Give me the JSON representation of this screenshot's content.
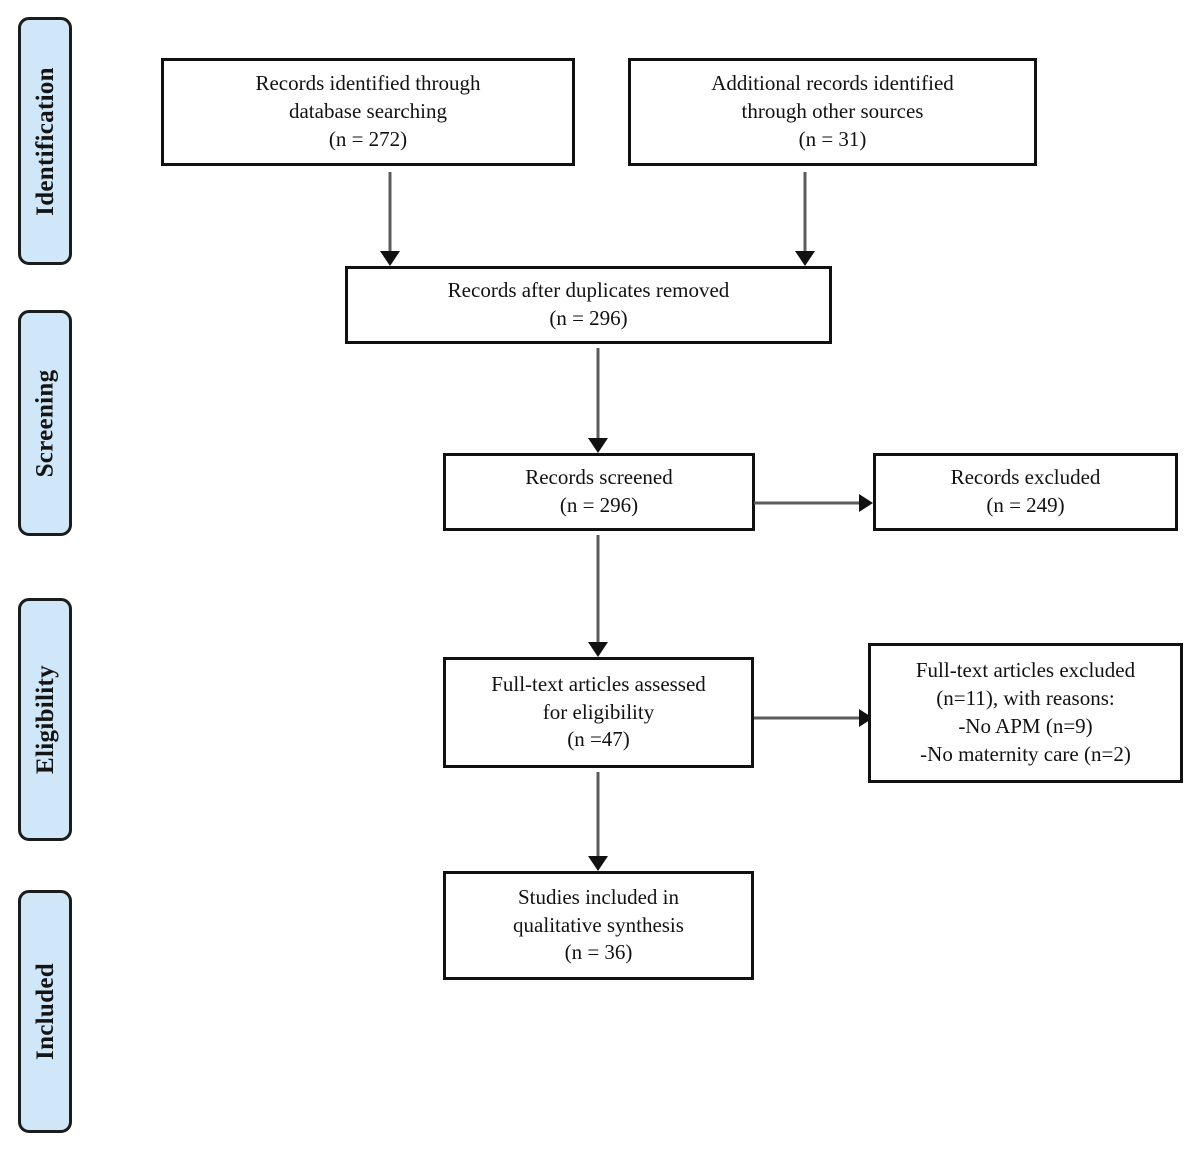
{
  "diagram": {
    "type": "prisma-flow-diagram",
    "colors": {
      "stage_label_fill": "#cfe7f8",
      "stage_label_border": "#1c1c1c",
      "box_border": "#111111",
      "box_fill": "#ffffff",
      "arrow_shaft": "#5c5c5c",
      "arrow_head": "#111111",
      "text": "#111111",
      "background": "#ffffff"
    },
    "stages": [
      {
        "id": "identification",
        "label": "Identification"
      },
      {
        "id": "screening",
        "label": "Screening"
      },
      {
        "id": "eligibility",
        "label": "Eligibility"
      },
      {
        "id": "included",
        "label": "Included"
      }
    ],
    "boxes": [
      {
        "id": "records-identified-database",
        "lines": [
          "Records identified through",
          "database searching",
          "(n = 272)"
        ],
        "count": 272
      },
      {
        "id": "additional-records-other-sources",
        "lines": [
          "Additional records identified",
          "through other sources",
          "(n = 31)"
        ],
        "count": 31
      },
      {
        "id": "records-after-duplicates-removed",
        "lines": [
          "Records after duplicates removed",
          "(n = 296)"
        ],
        "count": 296
      },
      {
        "id": "records-screened",
        "lines": [
          "Records screened",
          "(n = 296)"
        ],
        "count": 296
      },
      {
        "id": "records-excluded",
        "lines": [
          "Records excluded",
          "(n = 249)"
        ],
        "count": 249
      },
      {
        "id": "full-text-assessed",
        "lines": [
          "Full-text articles assessed",
          "for eligibility",
          "(n =47)"
        ],
        "count": 47
      },
      {
        "id": "full-text-excluded",
        "lines": [
          "Full-text articles excluded",
          "(n=11), with reasons:",
          "-No APM (n=9)",
          "-No maternity care (n=2)"
        ],
        "count": 11
      },
      {
        "id": "studies-included-qualitative",
        "lines": [
          "Studies included in",
          "qualitative synthesis",
          "(n = 36)"
        ],
        "count": 36
      }
    ],
    "connectors": [
      {
        "id": "arrow-db-to-dedup",
        "from": "records-identified-database",
        "to": "records-after-duplicates-removed",
        "direction": "down"
      },
      {
        "id": "arrow-other-to-dedup",
        "from": "additional-records-other-sources",
        "to": "records-after-duplicates-removed",
        "direction": "down"
      },
      {
        "id": "arrow-dedup-to-screened",
        "from": "records-after-duplicates-removed",
        "to": "records-screened",
        "direction": "down"
      },
      {
        "id": "arrow-screened-to-excluded",
        "from": "records-screened",
        "to": "records-excluded",
        "direction": "right"
      },
      {
        "id": "arrow-screened-to-fulltext",
        "from": "records-screened",
        "to": "full-text-assessed",
        "direction": "down"
      },
      {
        "id": "arrow-fulltext-to-excluded",
        "from": "full-text-assessed",
        "to": "full-text-excluded",
        "direction": "right"
      },
      {
        "id": "arrow-fulltext-to-included",
        "from": "full-text-assessed",
        "to": "studies-included-qualitative",
        "direction": "down"
      }
    ]
  }
}
